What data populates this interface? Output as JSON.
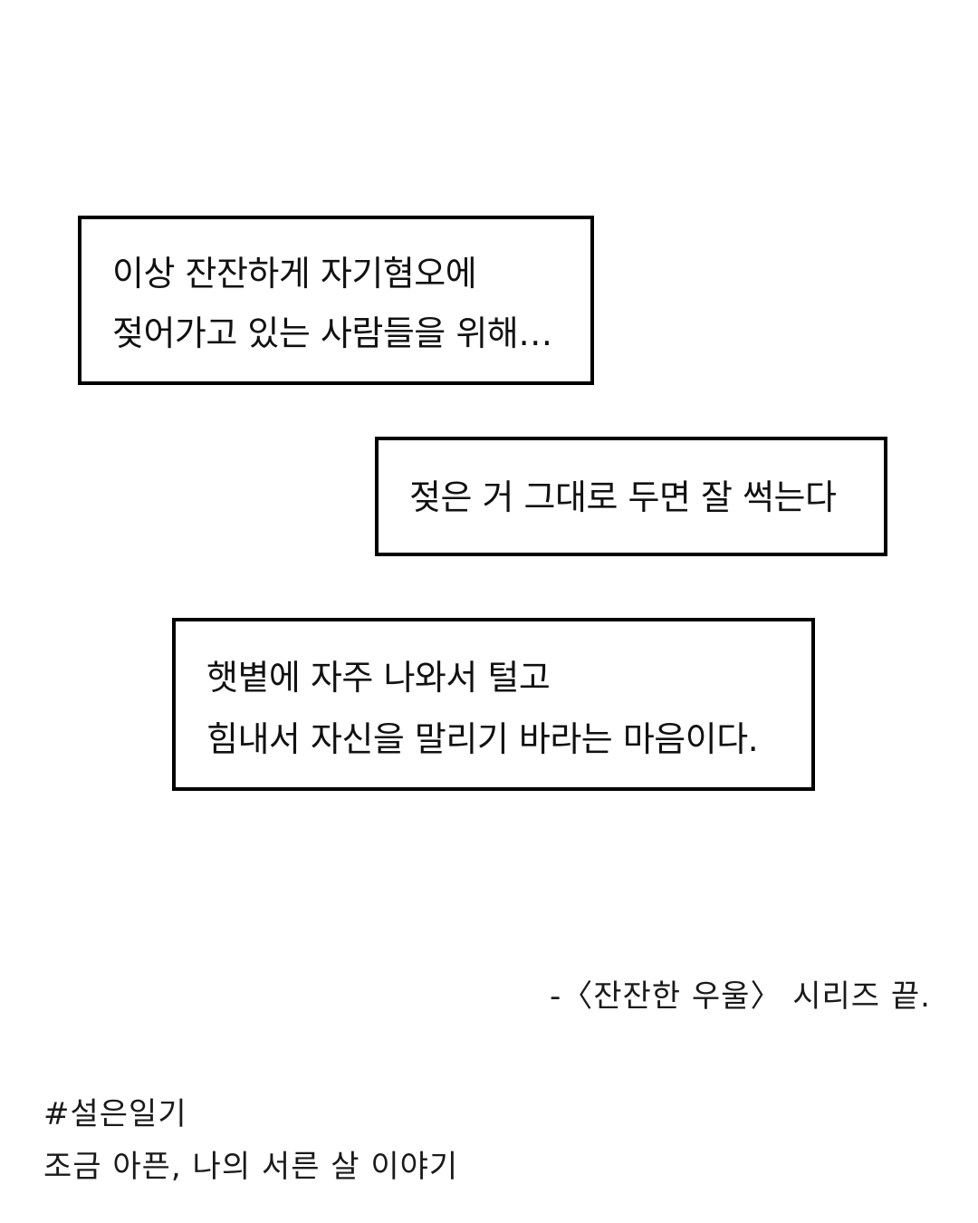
{
  "captions": [
    {
      "lines": [
        "이상 잔잔하게 자기혐오에",
        "젖어가고 있는 사람들을 위해…"
      ]
    },
    {
      "lines": [
        "젖은 거 그대로 두면 잘 썩는다"
      ]
    },
    {
      "lines": [
        "햇볕에 자주 나와서 털고",
        "힘내서 자신을 말리기 바라는 마음이다."
      ]
    }
  ],
  "footer": {
    "series_end": "-〈잔잔한 우울〉 시리즈 끝.",
    "hashtag": "#설은일기",
    "tagline": "조금 아픈, 나의 서른 살 이야기"
  }
}
